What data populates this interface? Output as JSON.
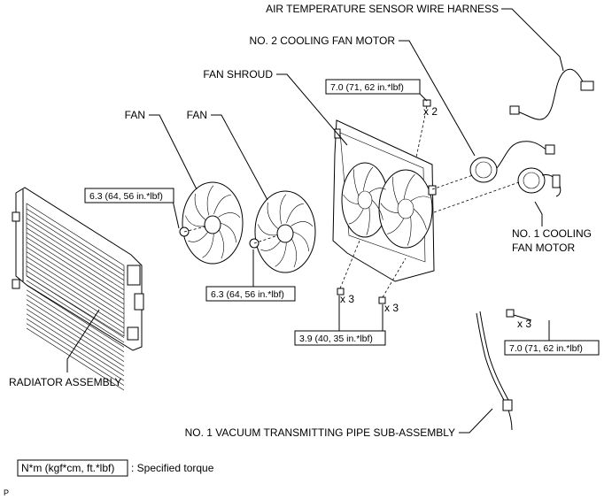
{
  "labels": {
    "air_temp_harness": "AIR TEMPERATURE SENSOR WIRE HARNESS",
    "no2_fan_motor": "NO. 2 COOLING FAN MOTOR",
    "fan_shroud": "FAN SHROUD",
    "fan_left": "FAN",
    "fan_right": "FAN",
    "no1_fan_motor_line1": "NO. 1 COOLING",
    "no1_fan_motor_line2": "FAN MOTOR",
    "radiator_assembly": "RADIATOR ASSEMBLY",
    "vacuum_pipe": "NO. 1 VACUUM TRANSMITTING PIPE SUB-ASSEMBLY"
  },
  "torques": {
    "motor_bolts": "7.0 (71, 62 in.*lbf)",
    "fan_nut_left": "6.3 (64, 56 in.*lbf)",
    "fan_nut_right": "6.3 (64, 56 in.*lbf)",
    "shroud_bolts": "3.9 (40, 35 in.*lbf)",
    "pipe_bolts": "7.0 (71, 62 in.*lbf)"
  },
  "quantities": {
    "motor_bolts": "x 2",
    "shroud_left": "x 3",
    "shroud_right": "x 3",
    "pipe_bolts": "x 3"
  },
  "legend": {
    "box_text": "N*m (kgf*cm, ft.*lbf)",
    "description": ": Specified torque"
  },
  "corner_mark": "P"
}
